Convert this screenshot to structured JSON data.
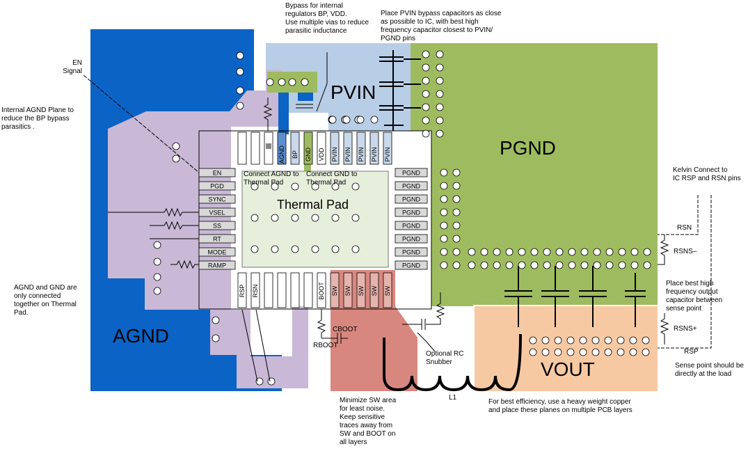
{
  "regions": {
    "pvin": "PVIN",
    "pgnd": "PGND",
    "agnd": "AGND",
    "vout": "VOUT",
    "thermal_pad": "Thermal Pad"
  },
  "left_pins": [
    "EN",
    "PGD",
    "SYNC",
    "VSEL",
    "SS",
    "RT",
    "MODE",
    "RAMP"
  ],
  "top_pins": [
    "AGND",
    "BP",
    "GND",
    "VDD",
    "PVIN",
    "PVIN",
    "PVIN",
    "PVIN",
    "PVIN"
  ],
  "right_pins": [
    "PGND",
    "PGND",
    "PGND",
    "PGND",
    "PGND",
    "PGND",
    "PGND",
    "PGND"
  ],
  "bottom_pins": [
    "RSP",
    "RSN",
    "BOOT",
    "SW",
    "SW",
    "SW",
    "SW",
    "SW"
  ],
  "components": {
    "cboot": "CBOOT",
    "rboot": "RBOOT",
    "l1": "L1",
    "rsn": "RSN",
    "rsns_minus": "RSNS–",
    "rsns_plus": "RSNS+",
    "rsp": "RSP"
  },
  "notes": {
    "en_signal": [
      "EN",
      "Signal"
    ],
    "agnd_plane": [
      "Internal AGND Plane to",
      "reduce the BP bypass",
      "parasitics ."
    ],
    "agnd_gnd": [
      "AGND and GND are",
      "only connected",
      "together on Thermal",
      "Pad."
    ],
    "bypass": [
      "Bypass for internal",
      "regulators BP, VDD.",
      "Use multiple vias to reduce",
      "parasitic inductance"
    ],
    "pvin_caps": [
      "Place PVIN bypass capacitors as close",
      "as possible to IC, with best high",
      "frequency capacitor closest to PVIN/",
      "PGND pins"
    ],
    "kelvin": [
      "Kelvin Connect to",
      "IC RSP and RSN pins"
    ],
    "best_cap": [
      "Place best high",
      "frequency output",
      "capacitor between",
      "sense point"
    ],
    "sense_point": [
      "Sense point should be",
      "directly at the load"
    ],
    "efficiency": [
      "For best efficiency, use a heavy weight copper",
      "and place these planes on multiple PCB layers"
    ],
    "sw_area": [
      "Minimize SW area",
      "for least noise.",
      "Keep sensitive",
      "traces away from",
      "SW and BOOT on",
      "all layers"
    ],
    "snubber": [
      "Optional RC",
      "Snubber"
    ],
    "connect_agnd": [
      "Connect AGND to",
      "Thermal Pad"
    ],
    "connect_gnd": [
      "Connect GND to",
      "Thermal Pad"
    ]
  },
  "colors": {
    "agnd_blue": "#0b63c6",
    "agnd_lavender": "#c9b8d6",
    "pvin_lightblue": "#b8cde6",
    "pgnd_green": "#9ebc5f",
    "sw_red": "#d8877f",
    "vout_peach": "#f7c9a3",
    "thermal_pad": "#e6efdb"
  }
}
